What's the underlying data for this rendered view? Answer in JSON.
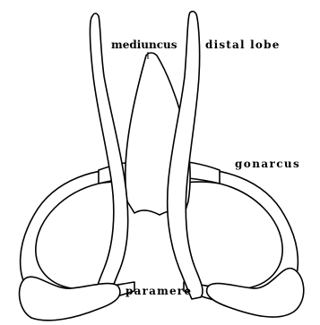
{
  "labels": {
    "mediuncus": "mediuncus",
    "distal_lobe": "distal lobe",
    "gonarcus": "gonarcus",
    "paramere": "paramere"
  },
  "colors": {
    "ink": "#000000",
    "paper": "#ffffff"
  }
}
